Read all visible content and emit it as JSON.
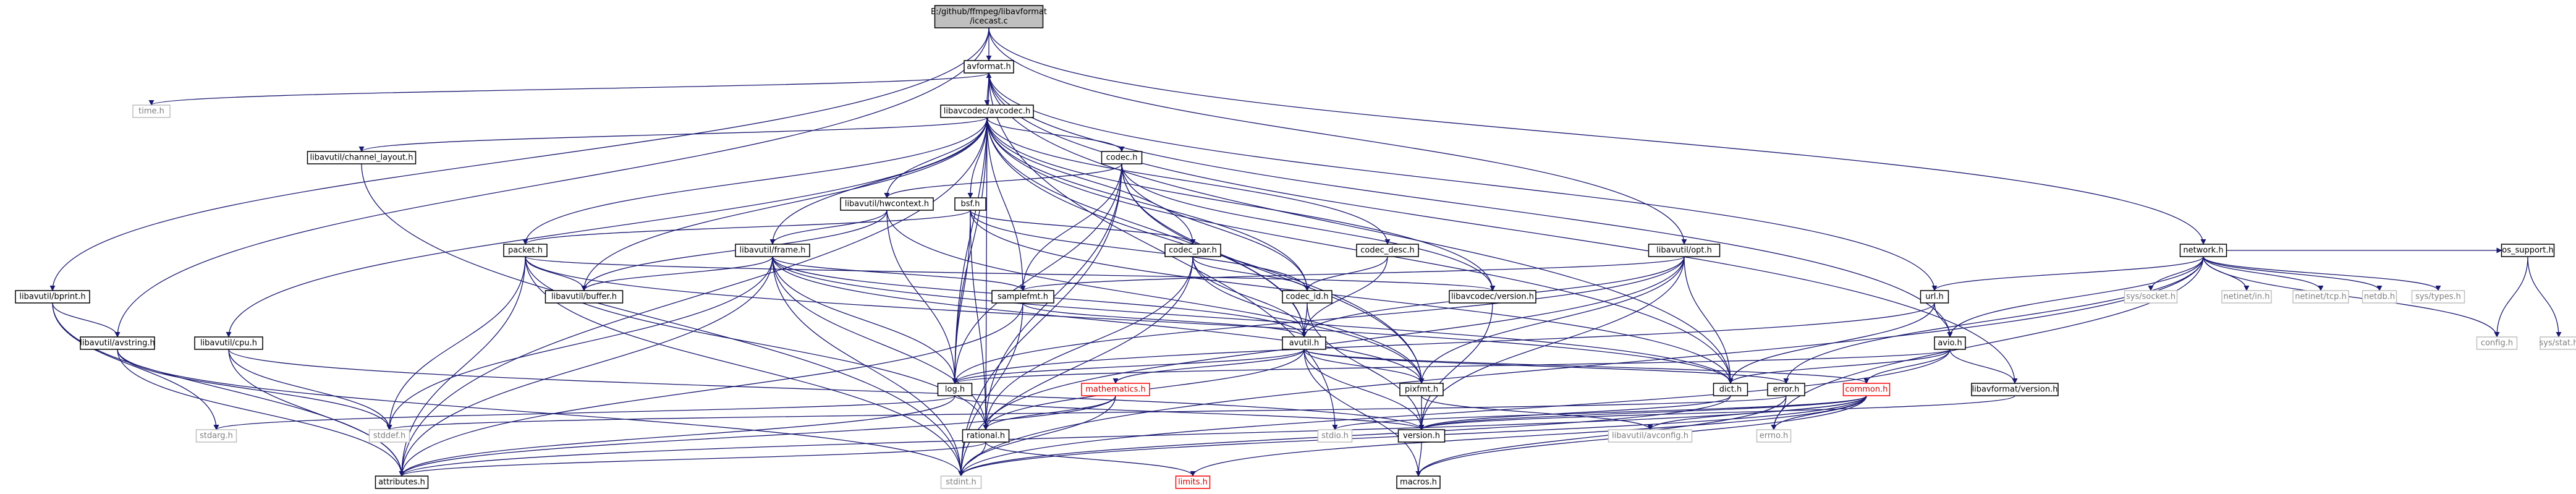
{
  "colors": {
    "edge": "#191970",
    "node_border": "#000000",
    "node_fill": "#ffffff",
    "root_fill": "#bfbfbf",
    "missing_border": "#bfbfbf",
    "missing_text": "#7f7f7f",
    "external_border": "#ff0000",
    "external_text": "#cc0000"
  },
  "nodes": [
    {
      "id": "root",
      "label": [
        "E:/github/ffmpeg/libavformat",
        "/icecast.c"
      ],
      "kind": "root"
    },
    {
      "id": "avformat",
      "label": [
        "avformat.h"
      ],
      "kind": "normal"
    },
    {
      "id": "time",
      "label": [
        "time.h"
      ],
      "kind": "missing"
    },
    {
      "id": "avcodec",
      "label": [
        "libavcodec/avcodec.h"
      ],
      "kind": "normal"
    },
    {
      "id": "chlayout",
      "label": [
        "libavutil/channel_layout.h"
      ],
      "kind": "normal"
    },
    {
      "id": "codec",
      "label": [
        "codec.h"
      ],
      "kind": "normal"
    },
    {
      "id": "bsf",
      "label": [
        "bsf.h"
      ],
      "kind": "normal"
    },
    {
      "id": "hwcontext",
      "label": [
        "libavutil/hwcontext.h"
      ],
      "kind": "normal"
    },
    {
      "id": "packet",
      "label": [
        "packet.h"
      ],
      "kind": "normal"
    },
    {
      "id": "frame",
      "label": [
        "libavutil/frame.h"
      ],
      "kind": "normal"
    },
    {
      "id": "codecpar",
      "label": [
        "codec_par.h"
      ],
      "kind": "normal"
    },
    {
      "id": "codecdesc",
      "label": [
        "codec_desc.h"
      ],
      "kind": "normal"
    },
    {
      "id": "avopt",
      "label": [
        "libavutil/opt.h"
      ],
      "kind": "normal"
    },
    {
      "id": "buffer",
      "label": [
        "libavutil/buffer.h"
      ],
      "kind": "normal"
    },
    {
      "id": "samplefmt",
      "label": [
        "samplefmt.h"
      ],
      "kind": "normal"
    },
    {
      "id": "codecid",
      "label": [
        "codec_id.h"
      ],
      "kind": "normal"
    },
    {
      "id": "lcversion",
      "label": [
        "libavcodec/version.h"
      ],
      "kind": "normal"
    },
    {
      "id": "avutil",
      "label": [
        "avutil.h"
      ],
      "kind": "normal"
    },
    {
      "id": "avbprint",
      "label": [
        "libavutil/bprint.h"
      ],
      "kind": "normal"
    },
    {
      "id": "avstring",
      "label": [
        "libavutil/avstring.h"
      ],
      "kind": "normal"
    },
    {
      "id": "cpu",
      "label": [
        "libavutil/cpu.h"
      ],
      "kind": "normal"
    },
    {
      "id": "log",
      "label": [
        "log.h"
      ],
      "kind": "normal"
    },
    {
      "id": "mathematics",
      "label": [
        "mathematics.h"
      ],
      "kind": "external"
    },
    {
      "id": "pixfmt",
      "label": [
        "pixfmt.h"
      ],
      "kind": "normal"
    },
    {
      "id": "dict",
      "label": [
        "dict.h"
      ],
      "kind": "normal"
    },
    {
      "id": "error",
      "label": [
        "error.h"
      ],
      "kind": "normal"
    },
    {
      "id": "common",
      "label": [
        "common.h"
      ],
      "kind": "external"
    },
    {
      "id": "lfversion",
      "label": [
        "libavformat/version.h"
      ],
      "kind": "normal"
    },
    {
      "id": "network",
      "label": [
        "network.h"
      ],
      "kind": "normal"
    },
    {
      "id": "url",
      "label": [
        "url.h"
      ],
      "kind": "normal"
    },
    {
      "id": "avio",
      "label": [
        "avio.h"
      ],
      "kind": "normal"
    },
    {
      "id": "sockets",
      "label": [
        "sys/socket.h"
      ],
      "kind": "missing"
    },
    {
      "id": "netinetin",
      "label": [
        "netinet/in.h"
      ],
      "kind": "missing"
    },
    {
      "id": "netinettcp",
      "label": [
        "netinet/tcp.h"
      ],
      "kind": "missing"
    },
    {
      "id": "netdb",
      "label": [
        "netdb.h"
      ],
      "kind": "missing"
    },
    {
      "id": "systypes",
      "label": [
        "sys/types.h"
      ],
      "kind": "missing"
    },
    {
      "id": "ossupport",
      "label": [
        "os_support.h"
      ],
      "kind": "normal"
    },
    {
      "id": "config",
      "label": [
        "config.h"
      ],
      "kind": "missing"
    },
    {
      "id": "sysstat",
      "label": [
        "sys/stat.h"
      ],
      "kind": "missing"
    },
    {
      "id": "stdarg",
      "label": [
        "stdarg.h"
      ],
      "kind": "missing"
    },
    {
      "id": "stddef",
      "label": [
        "stddef.h"
      ],
      "kind": "missing"
    },
    {
      "id": "rational",
      "label": [
        "rational.h"
      ],
      "kind": "normal"
    },
    {
      "id": "stdio",
      "label": [
        "stdio.h"
      ],
      "kind": "missing"
    },
    {
      "id": "version",
      "label": [
        "version.h"
      ],
      "kind": "normal"
    },
    {
      "id": "avconfig",
      "label": [
        "libavutil/avconfig.h"
      ],
      "kind": "missing"
    },
    {
      "id": "errno",
      "label": [
        "errno.h"
      ],
      "kind": "missing"
    },
    {
      "id": "attributes",
      "label": [
        "attributes.h"
      ],
      "kind": "normal"
    },
    {
      "id": "stdint",
      "label": [
        "stdint.h"
      ],
      "kind": "missing"
    },
    {
      "id": "limits",
      "label": [
        "limits.h"
      ],
      "kind": "external"
    },
    {
      "id": "macros",
      "label": [
        "macros.h"
      ],
      "kind": "normal"
    }
  ],
  "edges": [
    [
      "root",
      "avformat"
    ],
    [
      "root",
      "avbprint"
    ],
    [
      "root",
      "avstring"
    ],
    [
      "root",
      "avopt"
    ],
    [
      "root",
      "network"
    ],
    [
      "avformat",
      "time"
    ],
    [
      "avformat",
      "avcodec"
    ],
    [
      "avformat",
      "avio"
    ],
    [
      "avformat",
      "lfversion"
    ],
    [
      "avformat",
      "dict"
    ],
    [
      "avformat",
      "log"
    ],
    [
      "avformat",
      "stdio"
    ],
    [
      "avcodec",
      "chlayout"
    ],
    [
      "avcodec",
      "codec"
    ],
    [
      "avcodec",
      "bsf"
    ],
    [
      "avcodec",
      "hwcontext"
    ],
    [
      "avcodec",
      "packet"
    ],
    [
      "avcodec",
      "frame"
    ],
    [
      "avcodec",
      "codecpar"
    ],
    [
      "avcodec",
      "codecdesc"
    ],
    [
      "avcodec",
      "buffer"
    ],
    [
      "avcodec",
      "samplefmt"
    ],
    [
      "avcodec",
      "codecid"
    ],
    [
      "avcodec",
      "lcversion"
    ],
    [
      "avcodec",
      "avutil"
    ],
    [
      "avcodec",
      "cpu"
    ],
    [
      "avcodec",
      "dict"
    ],
    [
      "avcodec",
      "log"
    ],
    [
      "avcodec",
      "pixfmt"
    ],
    [
      "avcodec",
      "rational"
    ],
    [
      "avcodec",
      "attributes"
    ],
    [
      "chlayout",
      "stdint"
    ],
    [
      "codec",
      "hwcontext"
    ],
    [
      "codec",
      "samplefmt"
    ],
    [
      "codec",
      "codecid"
    ],
    [
      "codec",
      "lcversion"
    ],
    [
      "codec",
      "avutil"
    ],
    [
      "codec",
      "log"
    ],
    [
      "codec",
      "pixfmt"
    ],
    [
      "codec",
      "rational"
    ],
    [
      "codec",
      "stdint"
    ],
    [
      "bsf",
      "packet"
    ],
    [
      "bsf",
      "codecpar"
    ],
    [
      "bsf",
      "codecid"
    ],
    [
      "bsf",
      "dict"
    ],
    [
      "bsf",
      "log"
    ],
    [
      "bsf",
      "rational"
    ],
    [
      "hwcontext",
      "buffer"
    ],
    [
      "hwcontext",
      "frame"
    ],
    [
      "hwcontext",
      "log"
    ],
    [
      "hwcontext",
      "pixfmt"
    ],
    [
      "packet",
      "buffer"
    ],
    [
      "packet",
      "attributes"
    ],
    [
      "packet",
      "dict"
    ],
    [
      "packet",
      "rational"
    ],
    [
      "packet",
      "stddef"
    ],
    [
      "packet",
      "stdint"
    ],
    [
      "packet",
      "lcversion"
    ],
    [
      "frame",
      "buffer"
    ],
    [
      "frame",
      "avutil"
    ],
    [
      "frame",
      "dict"
    ],
    [
      "frame",
      "pixfmt"
    ],
    [
      "frame",
      "rational"
    ],
    [
      "frame",
      "samplefmt"
    ],
    [
      "frame",
      "log"
    ],
    [
      "frame",
      "stddef"
    ],
    [
      "frame",
      "stdint"
    ],
    [
      "frame",
      "attributes"
    ],
    [
      "codecpar",
      "codecid"
    ],
    [
      "codecpar",
      "avutil"
    ],
    [
      "codecpar",
      "pixfmt"
    ],
    [
      "codecpar",
      "rational"
    ],
    [
      "codecpar",
      "stdint"
    ],
    [
      "codecdesc",
      "codecid"
    ],
    [
      "codecdesc",
      "avutil"
    ],
    [
      "avopt",
      "rational"
    ],
    [
      "avopt",
      "avutil"
    ],
    [
      "avopt",
      "dict"
    ],
    [
      "avopt",
      "log"
    ],
    [
      "avopt",
      "pixfmt"
    ],
    [
      "avopt",
      "samplefmt"
    ],
    [
      "avopt",
      "version"
    ],
    [
      "samplefmt",
      "avutil"
    ],
    [
      "samplefmt",
      "attributes"
    ],
    [
      "samplefmt",
      "stdint"
    ],
    [
      "codecid",
      "avutil"
    ],
    [
      "codecid",
      "version"
    ],
    [
      "lcversion",
      "version"
    ],
    [
      "avutil",
      "common"
    ],
    [
      "avutil",
      "error"
    ],
    [
      "avutil",
      "rational"
    ],
    [
      "avutil",
      "mathematics"
    ],
    [
      "avutil",
      "log"
    ],
    [
      "avutil",
      "pixfmt"
    ],
    [
      "avutil",
      "version"
    ],
    [
      "avutil",
      "macros"
    ],
    [
      "avbprint",
      "stdarg"
    ],
    [
      "avbprint",
      "attributes"
    ],
    [
      "avbprint",
      "avstring"
    ],
    [
      "avstring",
      "stddef"
    ],
    [
      "avstring",
      "stdint"
    ],
    [
      "avstring",
      "attributes"
    ],
    [
      "cpu",
      "stddef"
    ],
    [
      "cpu",
      "attributes"
    ],
    [
      "cpu",
      "version"
    ],
    [
      "log",
      "stdarg"
    ],
    [
      "log",
      "attributes"
    ],
    [
      "log",
      "version"
    ],
    [
      "mathematics",
      "stdint"
    ],
    [
      "mathematics",
      "attributes"
    ],
    [
      "mathematics",
      "rational"
    ],
    [
      "mathematics",
      "intfloat"
    ],
    [
      "pixfmt",
      "version"
    ],
    [
      "pixfmt",
      "avconfig"
    ],
    [
      "dict",
      "stdint"
    ],
    [
      "dict",
      "version"
    ],
    [
      "error",
      "errno"
    ],
    [
      "error",
      "stddef"
    ],
    [
      "error",
      "macros"
    ],
    [
      "common",
      "errno"
    ],
    [
      "common",
      "stdint"
    ],
    [
      "common",
      "limits"
    ],
    [
      "common",
      "attributes"
    ],
    [
      "common",
      "macros"
    ],
    [
      "common",
      "version"
    ],
    [
      "common",
      "avconfig"
    ],
    [
      "common",
      "stdio"
    ],
    [
      "lfversion",
      "version"
    ],
    [
      "network",
      "config"
    ],
    [
      "network",
      "errno"
    ],
    [
      "network",
      "stdint"
    ],
    [
      "network",
      "error"
    ],
    [
      "network",
      "ossupport"
    ],
    [
      "network",
      "avio"
    ],
    [
      "network",
      "url"
    ],
    [
      "network",
      "sockets"
    ],
    [
      "network",
      "netinetin"
    ],
    [
      "network",
      "netinettcp"
    ],
    [
      "network",
      "netdb"
    ],
    [
      "network",
      "systypes"
    ],
    [
      "url",
      "avio"
    ],
    [
      "url",
      "avformat"
    ],
    [
      "url",
      "dict"
    ],
    [
      "url",
      "log"
    ],
    [
      "avio",
      "stdint"
    ],
    [
      "avio",
      "common"
    ],
    [
      "avio",
      "dict"
    ],
    [
      "avio",
      "log"
    ],
    [
      "avio",
      "lfversion"
    ],
    [
      "ossupport",
      "config"
    ],
    [
      "ossupport",
      "sysstat"
    ],
    [
      "rational",
      "stdint"
    ],
    [
      "rational",
      "limits"
    ],
    [
      "rational",
      "attributes"
    ],
    [
      "version",
      "macros"
    ]
  ]
}
